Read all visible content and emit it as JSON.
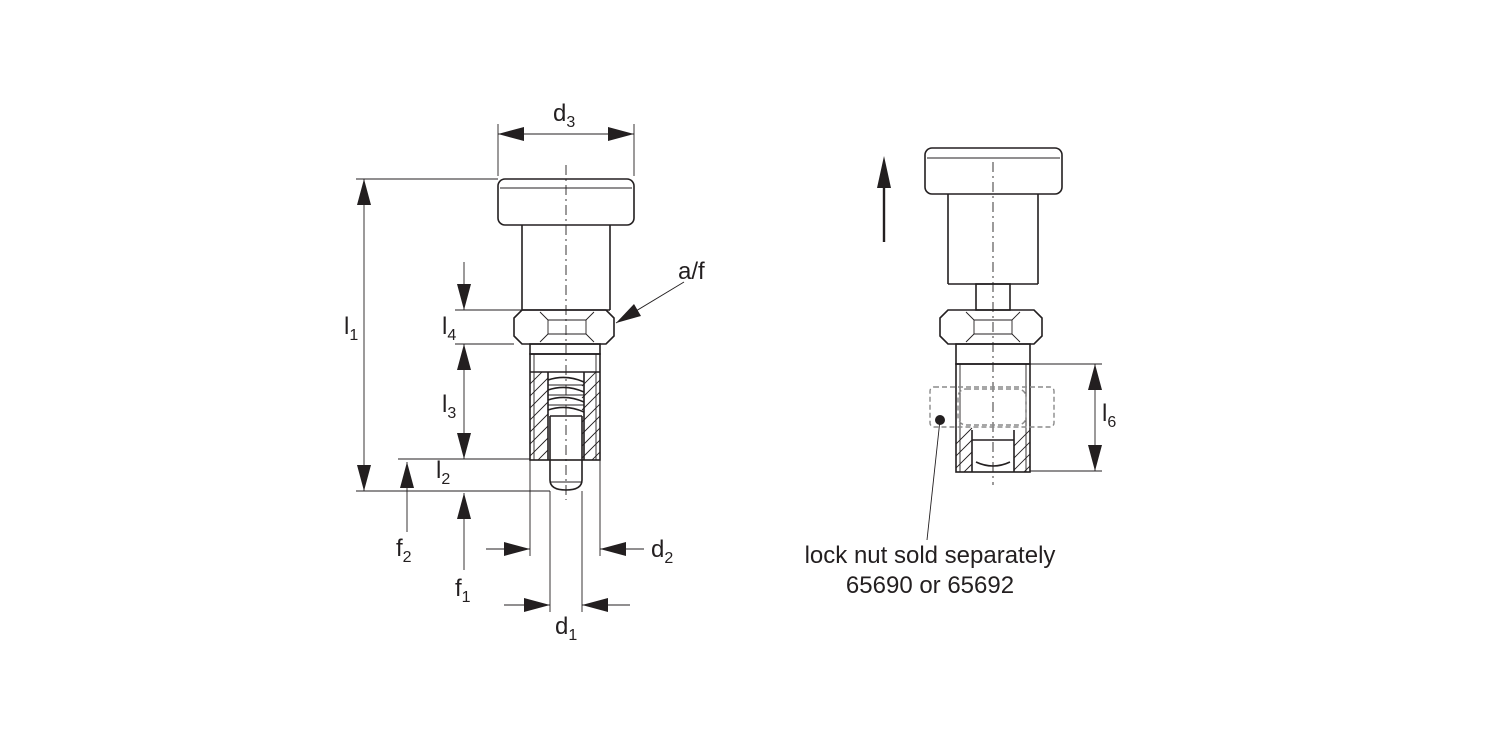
{
  "dimensions": {
    "d3": {
      "base": "d",
      "sub": "3"
    },
    "l1": {
      "base": "l",
      "sub": "1"
    },
    "l4": {
      "base": "l",
      "sub": "4"
    },
    "l3": {
      "base": "l",
      "sub": "3"
    },
    "l2": {
      "base": "l",
      "sub": "2"
    },
    "f2": {
      "base": "f",
      "sub": "2"
    },
    "f1": {
      "base": "f",
      "sub": "1"
    },
    "d2": {
      "base": "d",
      "sub": "2"
    },
    "d1": {
      "base": "d",
      "sub": "1"
    },
    "l6": {
      "base": "l",
      "sub": "6"
    },
    "af": "a/f"
  },
  "note": {
    "line1": "lock nut sold separately",
    "line2": "65690 or 65692"
  }
}
